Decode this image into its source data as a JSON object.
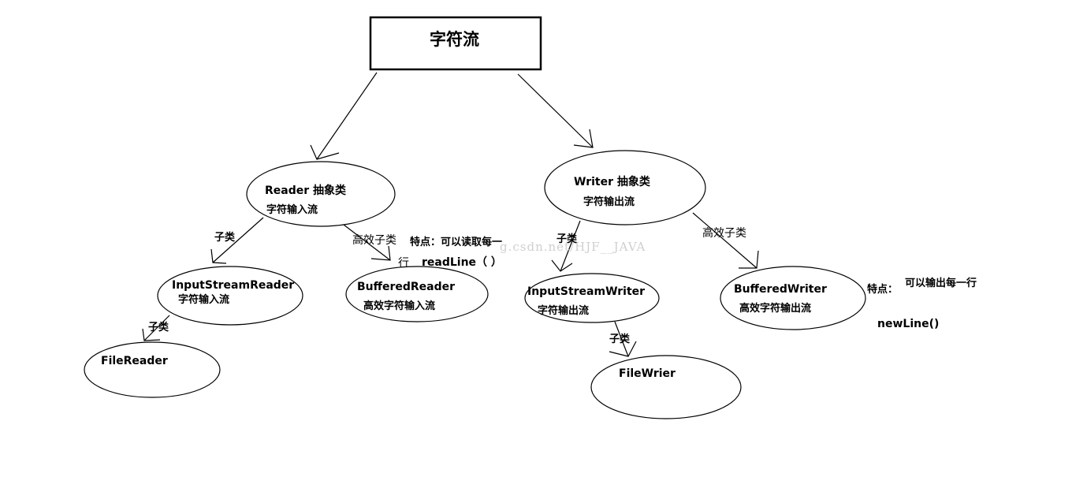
{
  "root": {
    "title": "字符流"
  },
  "reader": {
    "name": "Reader 抽象类",
    "desc": "字符输入流"
  },
  "writer": {
    "name": "Writer 抽象类",
    "desc": "字符输出流"
  },
  "input_stream_reader": {
    "name": "InputStreamReader",
    "desc": "字符输入流"
  },
  "buffered_reader": {
    "name": "BufferedReader",
    "desc": "高效字符输入流",
    "feature_line1": "特点：可以读取每一",
    "feature_line2": "行",
    "feature_method": "readLine（ ）"
  },
  "file_reader": {
    "name": "FileReader"
  },
  "input_stream_writer": {
    "name": "InputStreamWriter",
    "desc": "字符输出流"
  },
  "buffered_writer": {
    "name": "BufferedWriter",
    "desc": "高效字符输出流",
    "feature_prefix": "特点：",
    "feature_text": "可以输出每一行",
    "feature_method": "newLine()"
  },
  "file_writer": {
    "name": "FileWrier"
  },
  "edges": {
    "reader_to_isr": "子类",
    "reader_to_br": "高效子类",
    "isr_to_fr": "子类",
    "writer_to_isw": "子类",
    "writer_to_bw": "高效子类",
    "isw_to_fw": "子类"
  },
  "watermark": "g.csdn.net/HJF__JAVA"
}
